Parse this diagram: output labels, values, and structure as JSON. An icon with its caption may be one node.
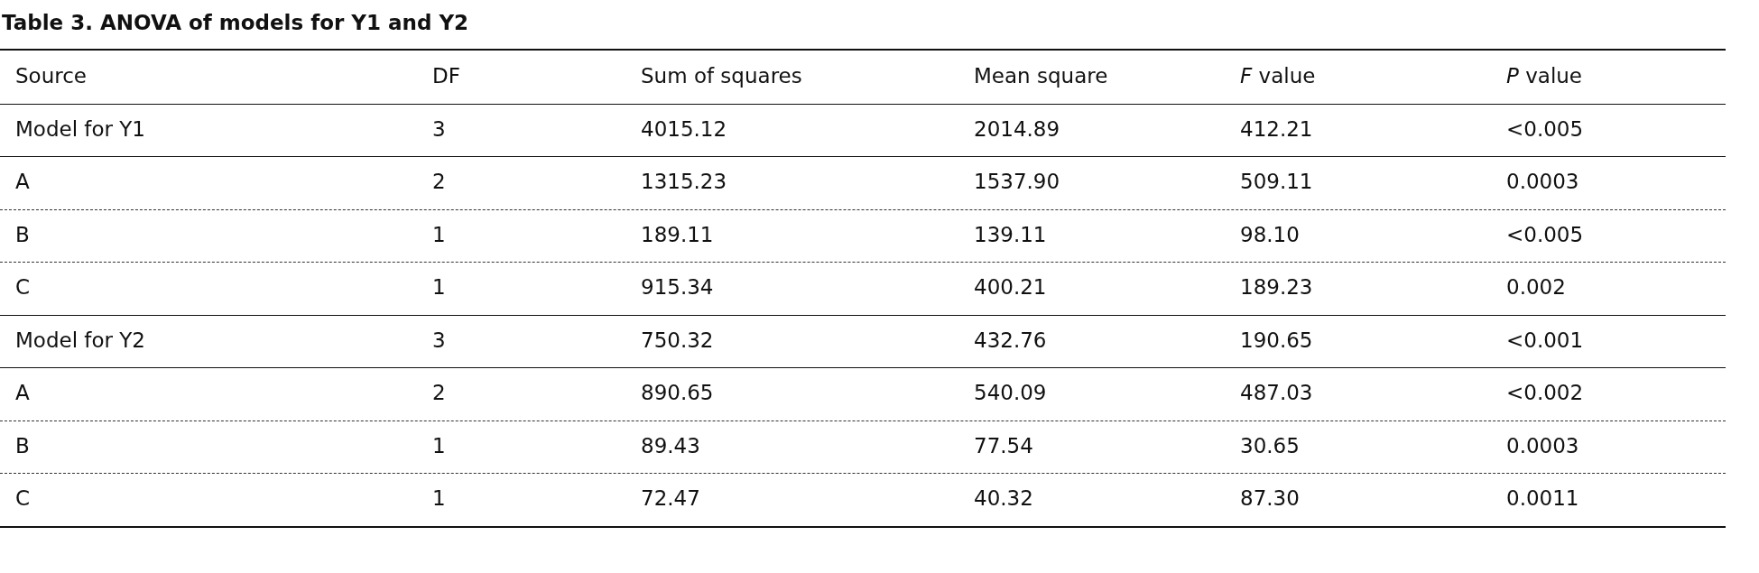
{
  "diagram": {
    "title": "Table 3. ANOVA of models for Y1 and Y2",
    "labels": [
      "Source",
      "DF",
      "Sum of squares",
      "Mean square",
      "*F* value",
      "*P* value",
      "Model for Y1",
      "3",
      "4015.12",
      "2014.89",
      "412.21",
      "<0.005",
      "A",
      "2",
      "1315.23",
      "1537.90",
      "509.11",
      "0.0003",
      "B",
      "1",
      "189.11",
      "139.11",
      "98.10",
      "<0.005",
      "C",
      "1",
      "915.34",
      "400.21",
      "189.23",
      "0.002",
      "Model for Y2",
      "3",
      "750.32",
      "432.76",
      "190.65",
      "<0.001",
      "A",
      "2",
      "890.65",
      "540.09",
      "487.03",
      "<0.002",
      "B",
      "1",
      "89.43",
      "77.54",
      "30.65",
      "0.0003",
      "C",
      "1",
      "72.47",
      "40.32",
      "87.30",
      "0.0011"
    ]
  }
}
